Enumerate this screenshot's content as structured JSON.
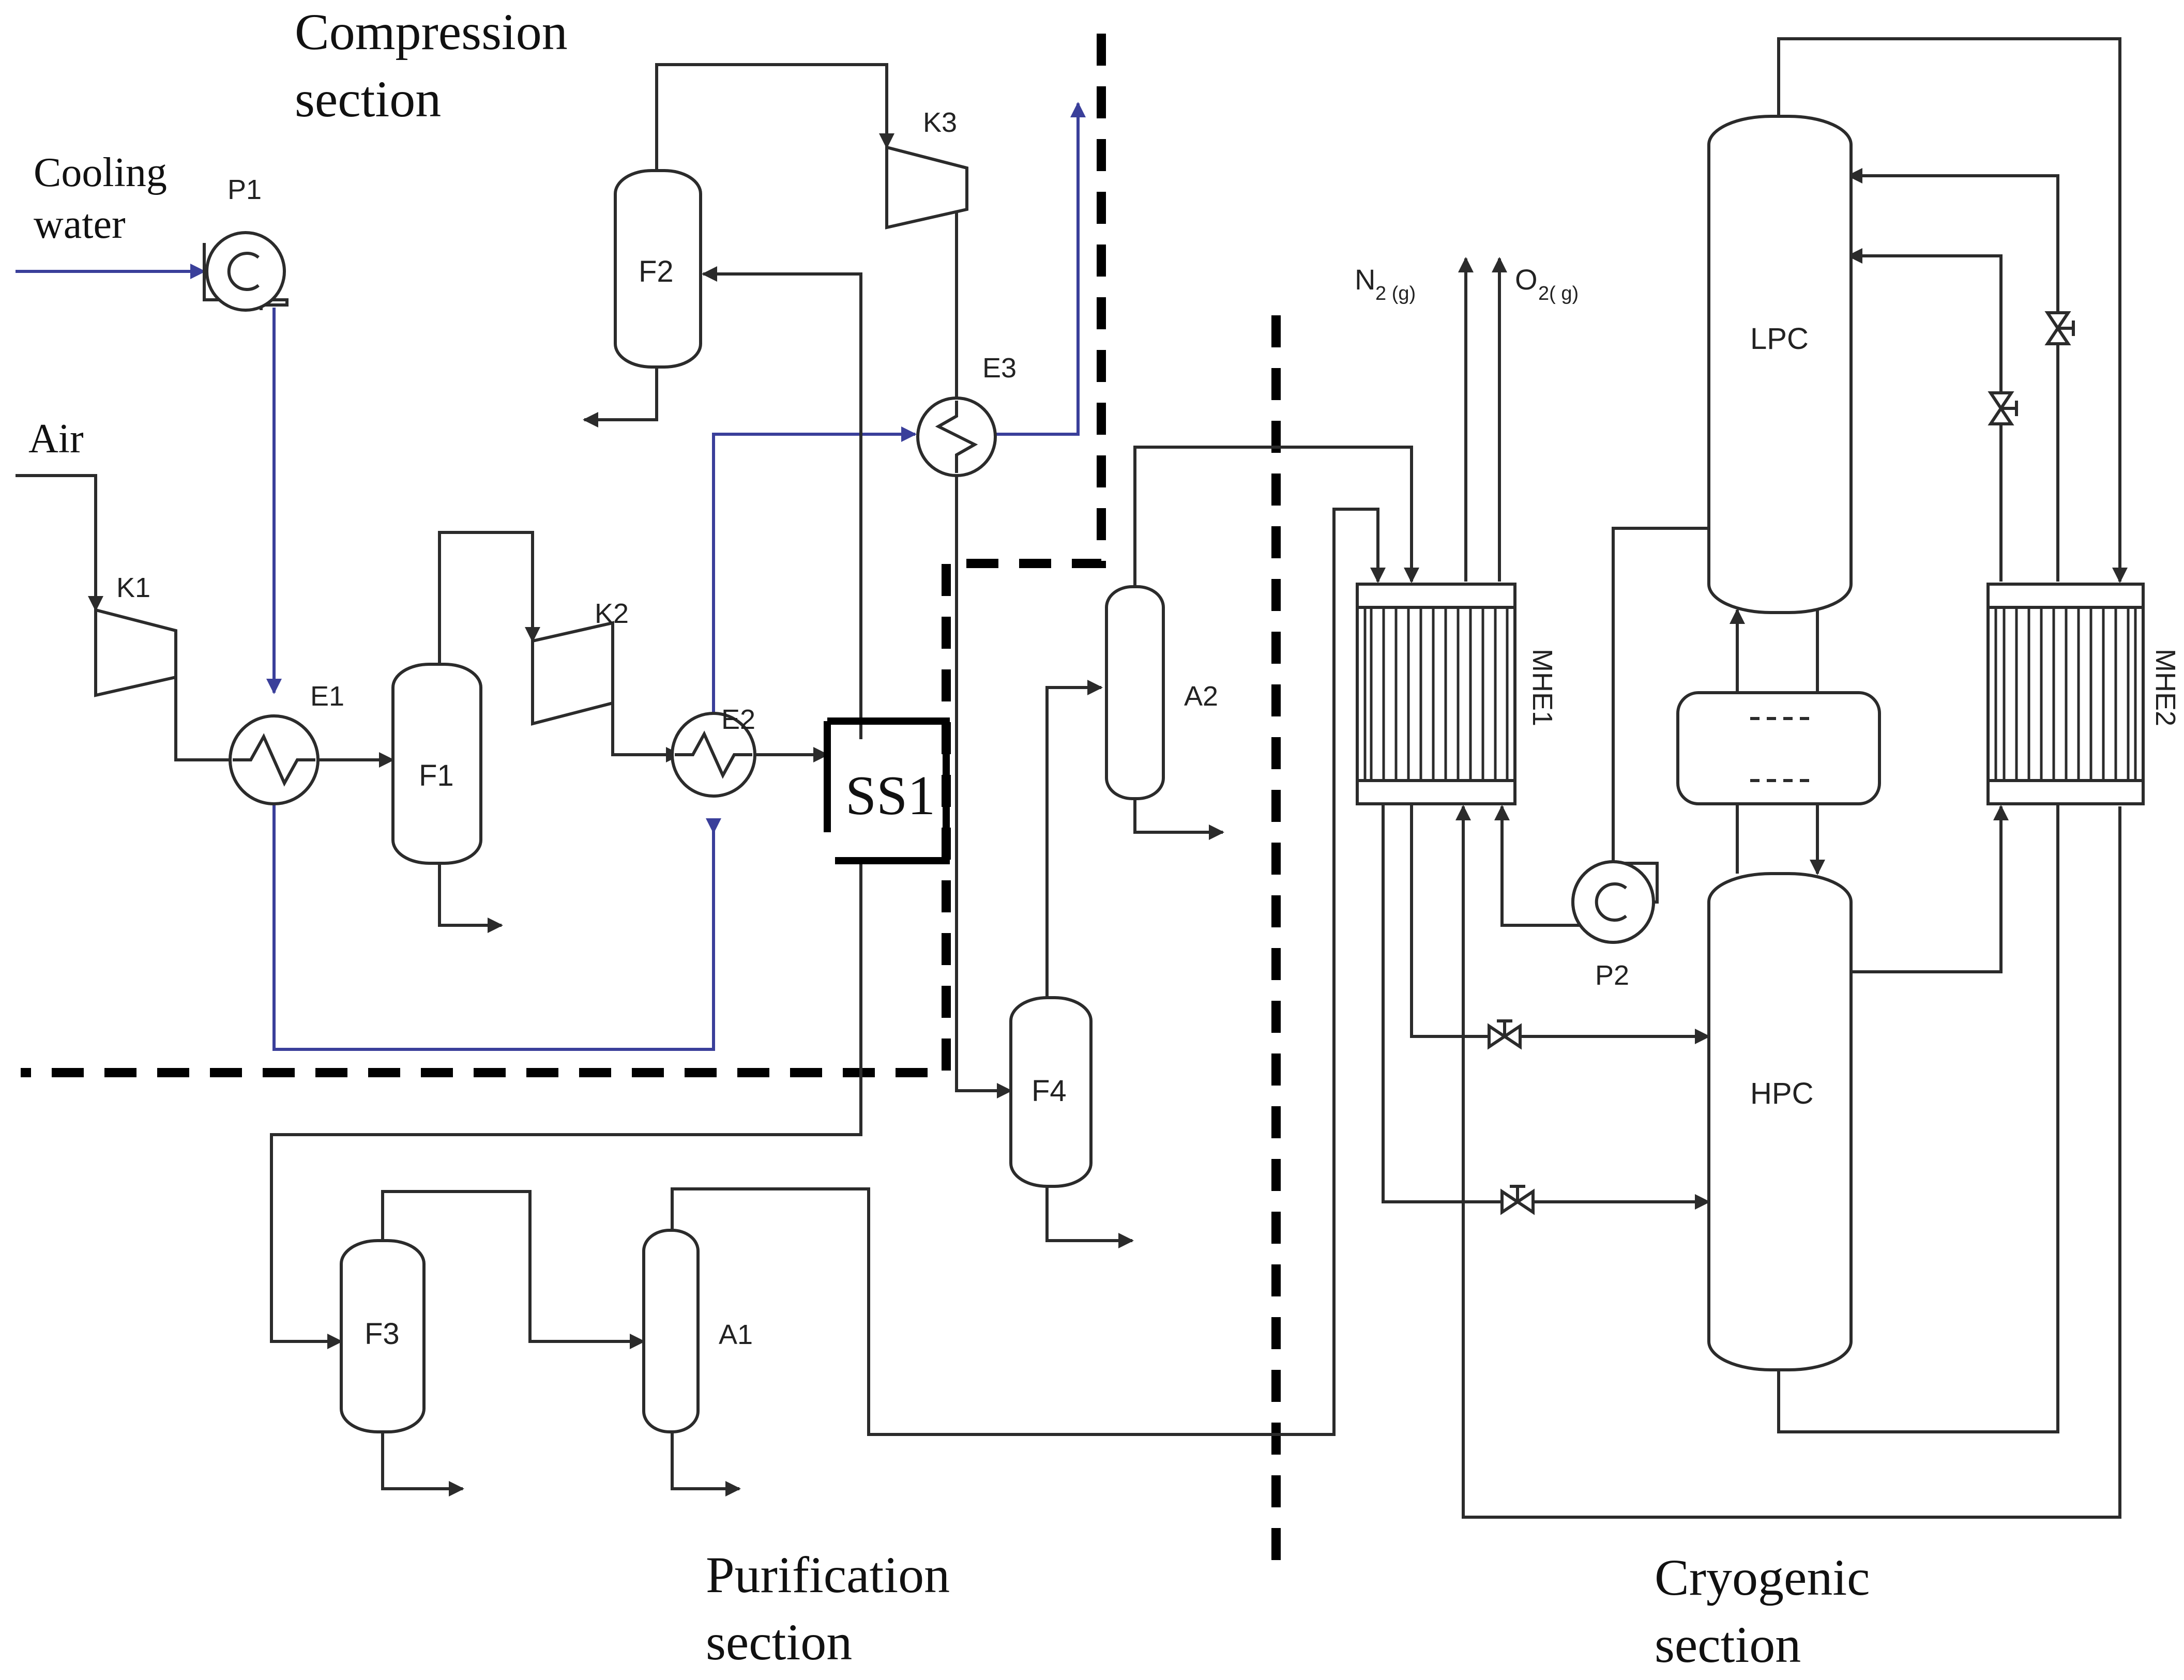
{
  "sections": {
    "compression": [
      "Compression",
      "section"
    ],
    "purification": [
      "Purification",
      "section"
    ],
    "cryogenic": [
      "Cryogenic",
      "section"
    ]
  },
  "inputs": {
    "cooling_water": [
      "Cooling",
      "water"
    ],
    "air": "Air"
  },
  "products": {
    "n2": {
      "main": "N",
      "sub": "2 (g)"
    },
    "o2": {
      "main": "O",
      "sub": "2( g)"
    }
  },
  "units": {
    "K1": "K1",
    "K2": "K2",
    "K3": "K3",
    "P1": "P1",
    "P2": "P2",
    "E1": "E1",
    "E2": "E2",
    "E3": "E3",
    "F1": "F1",
    "F2": "F2",
    "F3": "F3",
    "F4": "F4",
    "A1": "A1",
    "A2": "A2",
    "SS1": "SS1",
    "MHE1": "MHE1",
    "MHE2": "MHE2",
    "LPC": "LPC",
    "HPC": "HPC"
  },
  "colors": {
    "process_line": "#2b2b2b",
    "water_line": "#3a3f9a",
    "boundary": "#000000"
  }
}
